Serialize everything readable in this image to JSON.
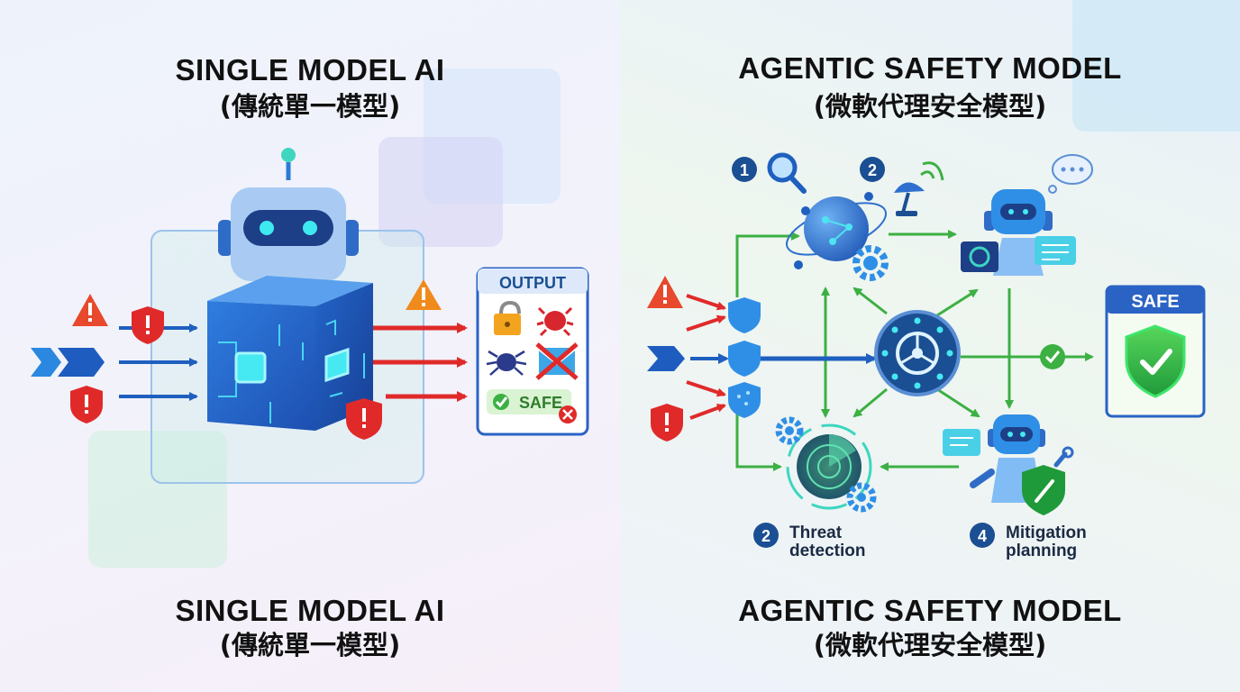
{
  "left": {
    "title_top": "SINGLE MODEL AI",
    "subtitle_top": "(傳統單一模型)",
    "title_bottom": "SINGLE MODEL AI",
    "subtitle_bottom": "(傳統單一模型)",
    "output_label": "OUTPUT",
    "safe_badge": "SAFE"
  },
  "right": {
    "title_top": "AGENTIC SAFETY MODEL",
    "subtitle_top": "(微軟代理安全模型)",
    "title_bottom": "AGENTIC SAFETY MODEL",
    "subtitle_bottom": "(微軟代理安全模型)",
    "safe_label": "SAFE",
    "step_numbers": [
      "1",
      "2",
      "2",
      "4"
    ],
    "threat_detection_line1": "Threat",
    "threat_detection_line2": "detection",
    "mitigation_line1": "Mitigation",
    "mitigation_line2": "planning"
  },
  "colors": {
    "blue": "#1f5fbf",
    "red": "#e02a2a",
    "green": "#3cb043",
    "cyan": "#38d6f0",
    "navy": "#1b4f93"
  }
}
